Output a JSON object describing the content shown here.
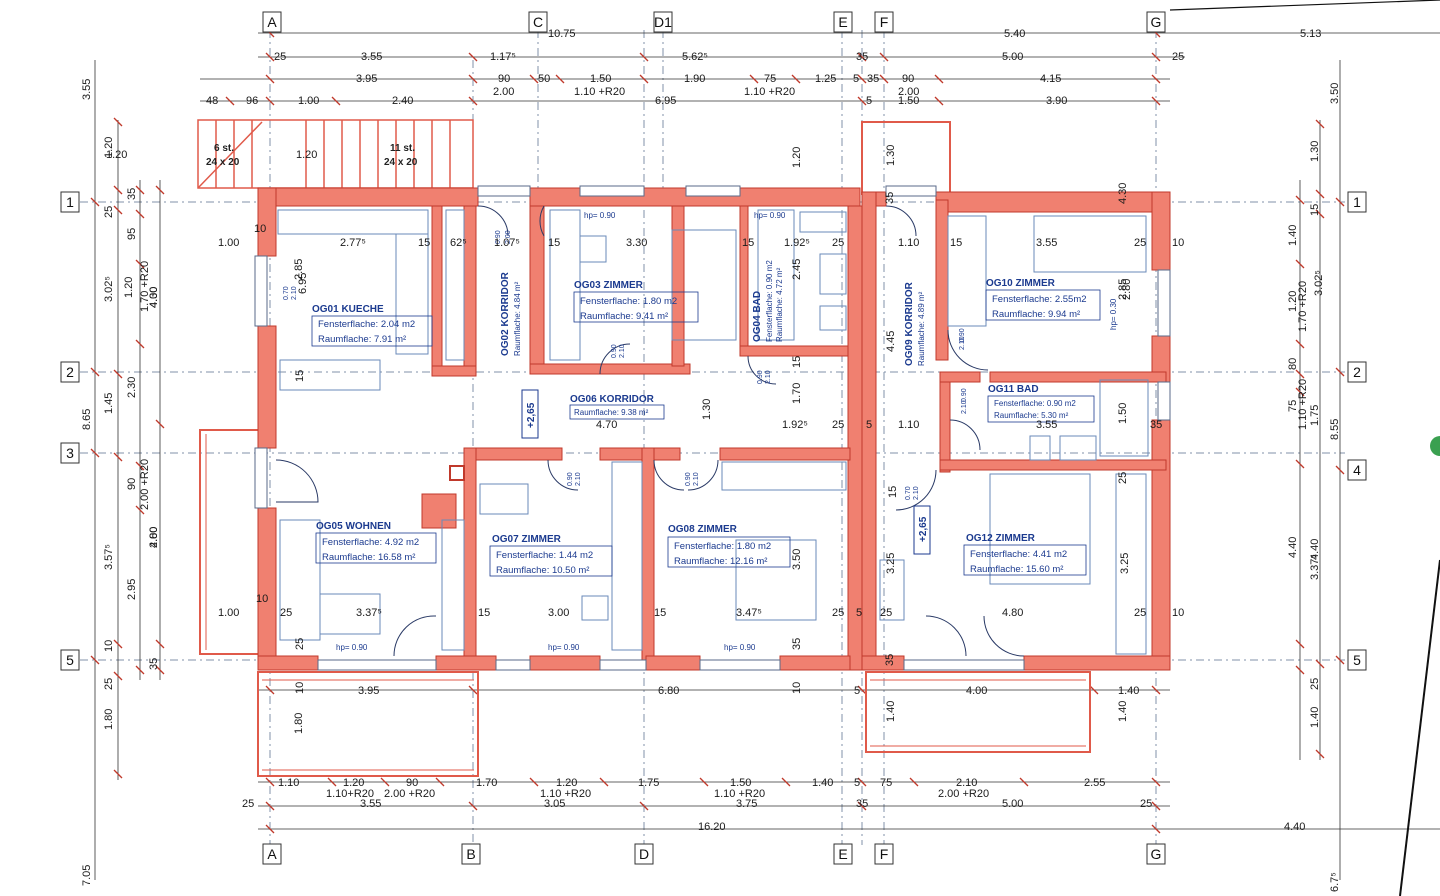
{
  "axes": {
    "top": [
      "A",
      "C",
      "D1",
      "E",
      "F",
      "G"
    ],
    "bottom": [
      "A",
      "B",
      "D",
      "E",
      "F",
      "G"
    ],
    "left": [
      "1",
      "2",
      "3",
      "5"
    ],
    "right": [
      "1",
      "2",
      "4",
      "5"
    ]
  },
  "stairs": [
    {
      "count": "6 st.",
      "size": "24 x 20"
    },
    {
      "count": "11 st.",
      "size": "24 x 20"
    }
  ],
  "rooms": [
    {
      "name": "OG01 KUECHE",
      "fenster": "Fensterflache: 2.04 m2",
      "raum": "Raumflache:   7.91 m²"
    },
    {
      "name": "OG02 KORRIDOR",
      "raum": "Raumflache: 4.84 m²"
    },
    {
      "name": "OG03 ZIMMER",
      "fenster": "Fensterflache: 1.80 m2",
      "raum": "Raumflache:   9.41 m²"
    },
    {
      "name": "OG04 BAD",
      "fenster": "Fensterflache: 0.90 m2",
      "raum": "Raumflache: 4.72 m²"
    },
    {
      "name": "OG05 WOHNEN",
      "fenster": "Fensterflache: 4.92 m2",
      "raum": "Raumflache:  16.58 m²"
    },
    {
      "name": "OG06 KORRIDOR",
      "raum": "Raumflache: 9.38 m²"
    },
    {
      "name": "OG07 ZIMMER",
      "fenster": "Fensterflache: 1.44 m2",
      "raum": "Raumflache:   10.50 m²"
    },
    {
      "name": "OG08 ZIMMER",
      "fenster": "Fensterflache: 1.80 m2",
      "raum": "Raumflache:   12.16 m²"
    },
    {
      "name": "OG09 KORRIDOR",
      "raum": "Raumflache: 4.89 m²"
    },
    {
      "name": "OG10 ZIMMER",
      "fenster": "Fensterflache: 2.55m2",
      "raum": "Raumflache:  9.94 m²"
    },
    {
      "name": "OG11 BAD",
      "fenster": "Fensterflache: 0.90 m2",
      "raum": "Raumflache:   5.30 m²"
    },
    {
      "name": "OG12 ZIMMER",
      "fenster": "Fensterflache: 4.41 m2",
      "raum": "Raumflache:  15.60 m²"
    }
  ],
  "levels": [
    "+2,65",
    "+2,65"
  ],
  "hp": [
    "hp= 0.90",
    "hp= 0.90",
    "hp= 0.90",
    "hp= 0.90",
    "hp= 0.90",
    "hp= 0.30"
  ],
  "top_dims": {
    "row1": [
      "10.75",
      "5.40",
      "5.13"
    ],
    "row2": [
      "25",
      "3.55",
      "1.17⁵",
      "5.62⁵",
      "35",
      "5.00",
      "25"
    ],
    "row3": [
      "3.95",
      "90",
      "50",
      "1.50",
      "1.90",
      "75",
      "1.25",
      "5",
      "35",
      "90",
      "4.15"
    ],
    "row3b": [
      "2.00",
      "1.10 +R20",
      "1.10 +R20",
      "2.00"
    ],
    "row4": [
      "48",
      "96",
      "1.00",
      "2.40",
      "6.95",
      "5",
      "1.50",
      "3.90"
    ]
  },
  "bottom_dims": {
    "row1": [
      "3.95",
      "6.80",
      "5",
      "4.00",
      "1.40"
    ],
    "row2": [
      "1.10",
      "1.20",
      "90",
      "1.70",
      "1.20",
      "1.75",
      "1.50",
      "1.40",
      "5",
      "75",
      "2.10",
      "2.55"
    ],
    "row2b": [
      "1.10+R20",
      "2.00 +R20",
      "1.10 +R20",
      "1.10 +R20",
      "2.00 +R20"
    ],
    "row3": [
      "25",
      "3.55",
      "3.05",
      "3.75",
      "35",
      "5.00",
      "25"
    ],
    "row4": [
      "16.20",
      "4.40"
    ]
  },
  "left_dims": [
    "3.55",
    "1.20",
    "25",
    "3.02⁵",
    "1.20",
    "1.45",
    "8.65",
    "3.57⁵",
    "10",
    "25",
    "1.80",
    "7.05",
    "35",
    "95",
    "1.70 +R20",
    "2.30",
    "90",
    "2.00 +R20",
    "2.95",
    "35",
    "4.30",
    "4.00"
  ],
  "right_dims": [
    "3.50",
    "1.30",
    "15",
    "1.40",
    "3.02⁵",
    "1.20",
    "1.70 +R20",
    "80",
    "75",
    "1.10 +R20",
    "1.75",
    "8.55",
    "4.40",
    "3.37⁵",
    "25",
    "1.40",
    "6.7⁵"
  ],
  "inner_dims": [
    "1.00",
    "2.77⁵",
    "15",
    "62⁵",
    "1.07⁵",
    "15",
    "3.30",
    "15",
    "1.92⁵",
    "25",
    "1.10",
    "15",
    "3.55",
    "25",
    "10",
    "10",
    "4.70",
    "1.92⁵",
    "25",
    "5",
    "1.10",
    "3.55",
    "35",
    "1.00",
    "10",
    "25",
    "3.37⁵",
    "15",
    "3.00",
    "15",
    "3.47⁵",
    "25",
    "5",
    "25",
    "4.80",
    "25",
    "10",
    "1.20",
    "1.20",
    "2.85",
    "2.45",
    "2.80",
    "4.45",
    "1.70",
    "1.30",
    "3.50",
    "3.25",
    "3.25",
    "1.50",
    "1.20",
    "1.30",
    "4.40",
    "1.80",
    "1.40",
    "1.40",
    "10",
    "10",
    "15",
    "15",
    "15",
    "25",
    "25",
    "35",
    "35",
    "35",
    "4.30",
    "4.00",
    "2.80",
    "2.85",
    "6.95"
  ],
  "door_labels": [
    "0.90",
    "2.10",
    "0.90",
    "2.10",
    "0.90",
    "2.10",
    "0.90",
    "2.10",
    "0.70",
    "2.10",
    "0.90",
    "2.10",
    "0.90",
    "2.10",
    "0.70",
    "2.10",
    "0.90",
    "2.00"
  ],
  "colors": {
    "wall": "#f08070",
    "wallStroke": "#c0392b",
    "blue": "#1b3a8f",
    "grid": "#7f8fa6",
    "dim": "#1a1a1a"
  }
}
